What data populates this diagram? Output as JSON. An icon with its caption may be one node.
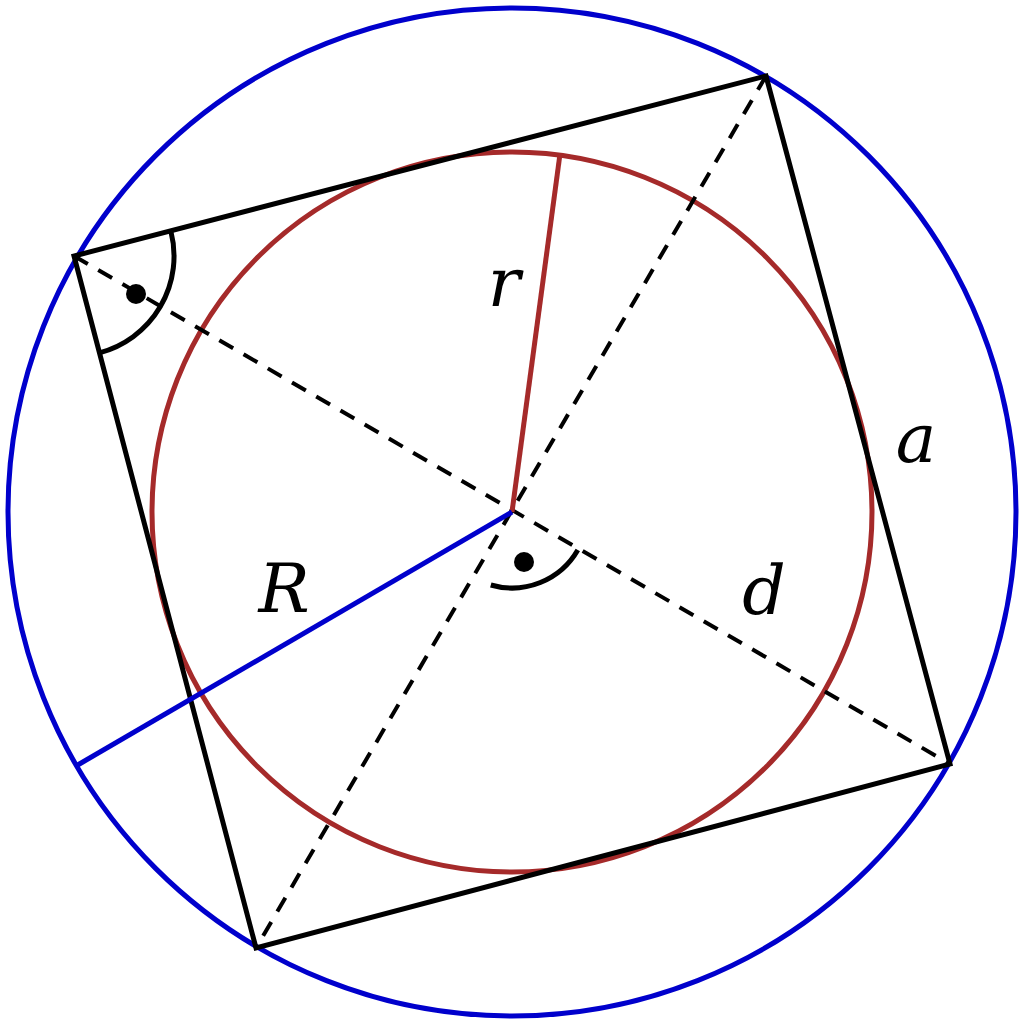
{
  "diagram": {
    "labels": [
      "r",
      "a",
      "R",
      "d"
    ]
  }
}
